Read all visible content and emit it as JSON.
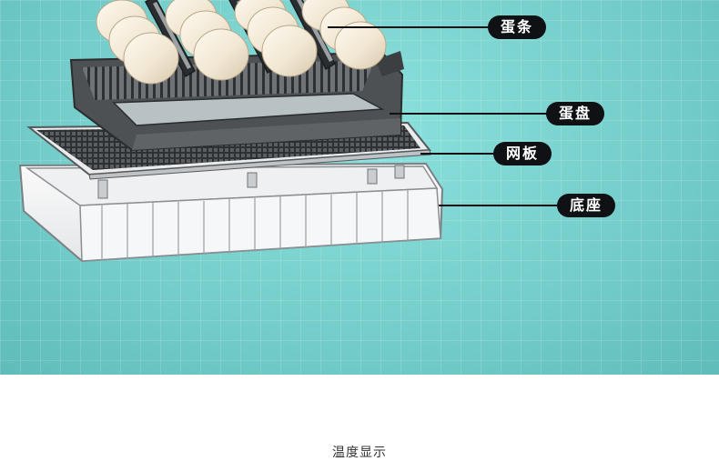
{
  "labels": {
    "egg_strip": "蛋条",
    "egg_tray": "蛋盘",
    "mesh_plate": "网板",
    "base": "底座"
  },
  "caption": "温度显示",
  "colors": {
    "background": "#79d2d0",
    "label_bg": "#0f1114",
    "label_text": "#ffffff",
    "egg": "#f3ead8"
  }
}
